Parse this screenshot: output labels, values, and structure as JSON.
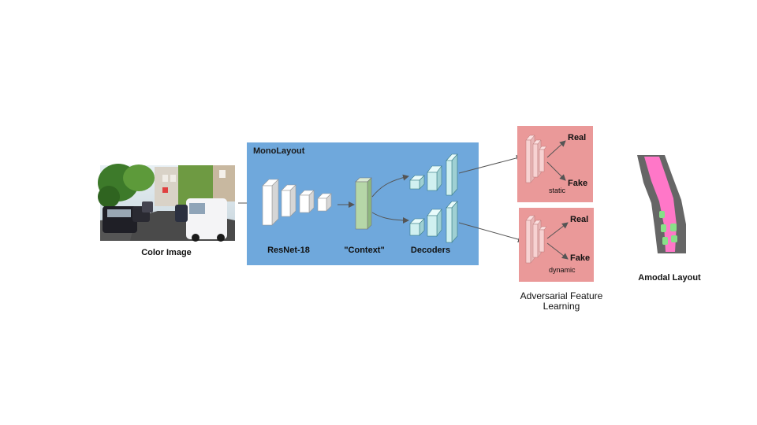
{
  "input": {
    "caption": "Color Image"
  },
  "monolayout": {
    "title": "MonoLayout",
    "encoder_label": "ResNet-18",
    "context_label": "\"Context\"",
    "decoders_label": "Decoders"
  },
  "adversarial": {
    "caption_line1": "Adversarial Feature",
    "caption_line2": "Learning",
    "static_box": {
      "real": "Real",
      "fake": "Fake",
      "tag": "static"
    },
    "dynamic_box": {
      "real": "Real",
      "fake": "Fake",
      "tag": "dynamic"
    }
  },
  "output": {
    "caption": "Amodal Layout"
  },
  "colors": {
    "monolayout_bg": "#6fa8dc",
    "discriminator_bg": "#ea9999",
    "context_fill": "#b6d7a8",
    "decoder_fill": "#d0f0f0",
    "road": "#ff77c8",
    "vehicle": "#88e088",
    "ground": "#666666"
  }
}
